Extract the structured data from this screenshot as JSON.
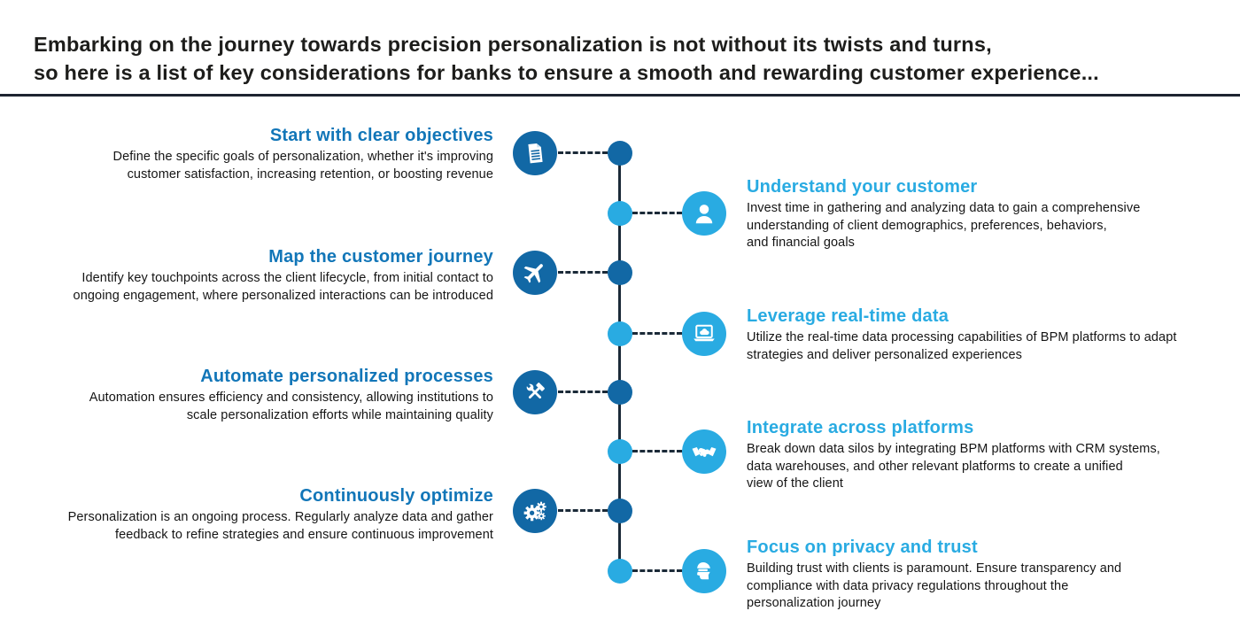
{
  "header": {
    "text": "Embarking on the journey towards precision personalization is not without its twists and turns,\nso here is a list of key considerations for banks to ensure a smooth and rewarding customer experience..."
  },
  "colors": {
    "dark_blue": "#1268a5",
    "cyan": "#29abe2",
    "timeline_line": "#1b2a38",
    "left_title_blue": "#1276b8",
    "body_text": "#151515"
  },
  "timeline": {
    "left_items": [
      {
        "title": "Start with clear objectives",
        "description": "Define the specific goals of personalization, whether it's improving\ncustomer satisfaction, increasing retention, or boosting revenue",
        "icon": "document-icon"
      },
      {
        "title": "Map the customer journey",
        "description": "Identify key touchpoints across the client lifecycle, from initial contact to\nongoing engagement, where personalized interactions can be introduced",
        "icon": "plane-icon"
      },
      {
        "title": "Automate personalized processes",
        "description": "Automation ensures efficiency and consistency, allowing institutions to\nscale personalization efforts while maintaining quality",
        "icon": "tools-icon"
      },
      {
        "title": "Continuously optimize",
        "description": "Personalization is an ongoing process. Regularly analyze data and gather\nfeedback to refine strategies and ensure continuous improvement",
        "icon": "gears-icon"
      }
    ],
    "right_items": [
      {
        "title": "Understand your customer",
        "description": "Invest time in gathering and analyzing data to gain a comprehensive\nunderstanding of client demographics, preferences, behaviors,\nand financial goals",
        "icon": "user-icon"
      },
      {
        "title": "Leverage real-time data",
        "description": "Utilize the real-time data processing capabilities of BPM platforms to adapt\nstrategies and deliver personalized experiences",
        "icon": "laptop-cloud-icon"
      },
      {
        "title": "Integrate across platforms",
        "description": "Break down data silos by integrating BPM platforms with CRM systems,\ndata warehouses, and other relevant platforms to create a unified\nview of the client",
        "icon": "handshake-icon"
      },
      {
        "title": "Focus on privacy and trust",
        "description": "Building trust with clients is paramount. Ensure transparency and\ncompliance with data privacy regulations throughout the\npersonalization journey",
        "icon": "privacy-head-icon"
      }
    ]
  }
}
